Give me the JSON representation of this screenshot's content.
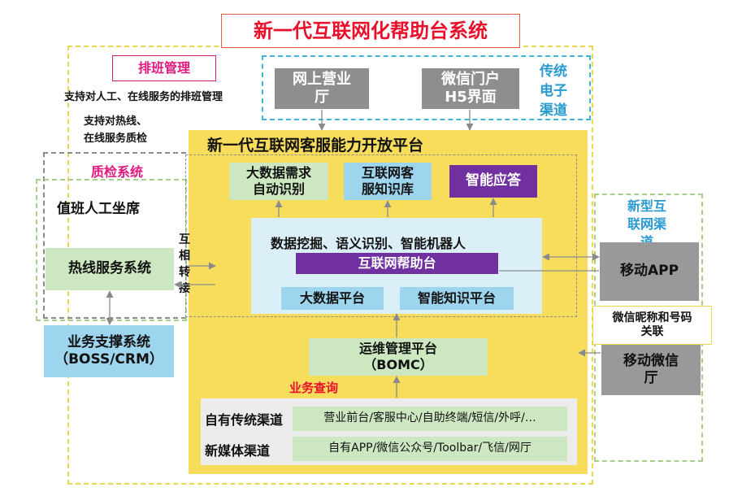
{
  "title": "新一代互联网化帮助台系统",
  "scheduling": {
    "label": "排班管理",
    "desc": "支持对人工、在线服务的排班管理",
    "qc_desc_line1": "支持对热线、",
    "qc_desc_line2": "在线服务质检"
  },
  "qc_system": {
    "label": "质检系统"
  },
  "left": {
    "duty_seats": "值班人工坐席",
    "hotline": "热线服务系统",
    "boss_line1": "业务支撑系统",
    "boss_line2": "（BOSS/CRM）"
  },
  "transfer": [
    "互",
    "相",
    "转",
    "接"
  ],
  "traditional_channels": {
    "web_line1": "网上营业",
    "web_line2": "厅",
    "wechat_line1": "微信门户",
    "wechat_line2": "H5界面",
    "label": [
      "传统",
      "电子",
      "渠道"
    ]
  },
  "platform": {
    "title": "新一代互联网客服能力开放平台",
    "bigdata_line1": "大数据需求",
    "bigdata_line2": "自动识别",
    "kb_line1": "互联网客",
    "kb_line2": "服知识库",
    "smart_answer": "智能应答",
    "mining": "数据挖掘、语义识别、智能机器人",
    "helpdesk": "互联网帮助台",
    "bigdata_platform": "大数据平台",
    "knowledge_platform": "智能知识平台",
    "bomc_line1": "运维管理平台",
    "bomc_line2": "（BOMC）",
    "biz_query": "业务查询",
    "own_channels_label": "自有传统渠道",
    "own_channels_list": "营业前台/客服中心/自助终端/短信/外呼/…",
    "new_media_label": "新媒体渠道",
    "new_media_list": "自有APP/微信公众号/Toolbar/飞信/网厅"
  },
  "right": {
    "new_channels": [
      "新型互",
      "联网渠",
      "道"
    ],
    "mobile_app": "移动APP",
    "wechat_bind_line1": "微信昵称和号码",
    "wechat_bind_line2": "关联",
    "mobile_wechat_line1": "移动微信",
    "mobile_wechat_line2": "厅"
  },
  "colors": {
    "title_red": "#e8102a",
    "platform_yellow": "#f8dd5c",
    "purple": "#7030a0",
    "magenta_label": "#e0197e",
    "teal_label": "#2a9ad0",
    "gray_box": "#8e8e8e",
    "green_box": "#cde8c1",
    "blue_box": "#9dd4ee"
  }
}
